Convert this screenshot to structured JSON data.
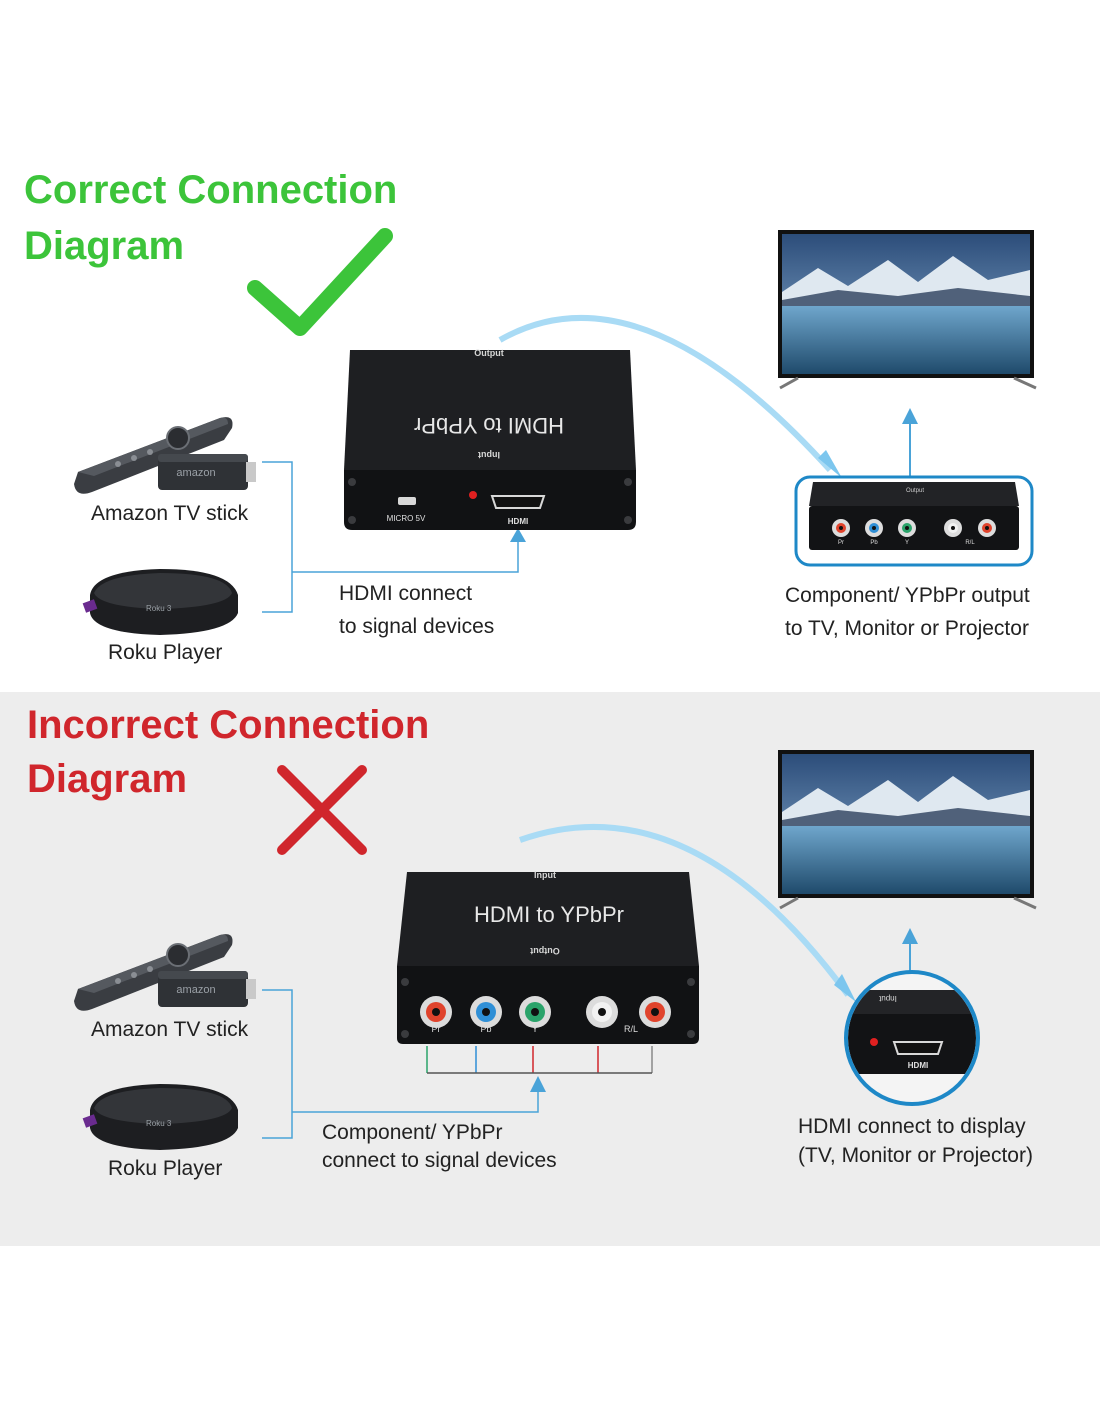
{
  "correct": {
    "title_line1": "Correct Connection",
    "title_line2": "Diagram",
    "box_title": "HDMI to YPbPr",
    "box_top_label": "Output",
    "box_bottom_label": "Input",
    "micro_label": "MICRO 5V",
    "hdmi_label": "HDMI",
    "amazon_label": "Amazon TV stick",
    "roku_label": "Roku Player",
    "connect_line1": "HDMI connect",
    "connect_line2": "to signal devices",
    "output_line1": "Component/ YPbPr output",
    "output_line2": "to TV, Monitor or Projector",
    "zoom_output_label": "Output",
    "port_labels": [
      "Pr",
      "Pb",
      "Y",
      "R/L"
    ]
  },
  "incorrect": {
    "title_line1": "Incorrect Connection",
    "title_line2": "Diagram",
    "box_title": "HDMI to YPbPr",
    "box_top_label": "Input",
    "box_bottom_label": "Output",
    "amazon_label": "Amazon TV stick",
    "roku_label": "Roku Player",
    "connect_line1": "Component/ YPbPr",
    "connect_line2": "connect to signal devices",
    "display_line1": "HDMI connect to display",
    "display_line2": "(TV, Monitor or Projector)",
    "zoom_input_label": "Input",
    "zoom_hdmi_label": "HDMI",
    "port_labels": [
      "Pr",
      "Pb",
      "Y",
      "R/L"
    ]
  },
  "device_text": {
    "amazon_brand": "amazon",
    "roku_brand": "Roku 3"
  },
  "colors": {
    "correct_green": "#3cc43a",
    "incorrect_red": "#d0262c",
    "connector_blue": "#4aa3d8",
    "arrow_blue": "#7cc6ee",
    "port_red": "#e0432c",
    "port_blue": "#2f8fd6",
    "port_green": "#2aa36a",
    "port_white": "#f2f2f2"
  }
}
